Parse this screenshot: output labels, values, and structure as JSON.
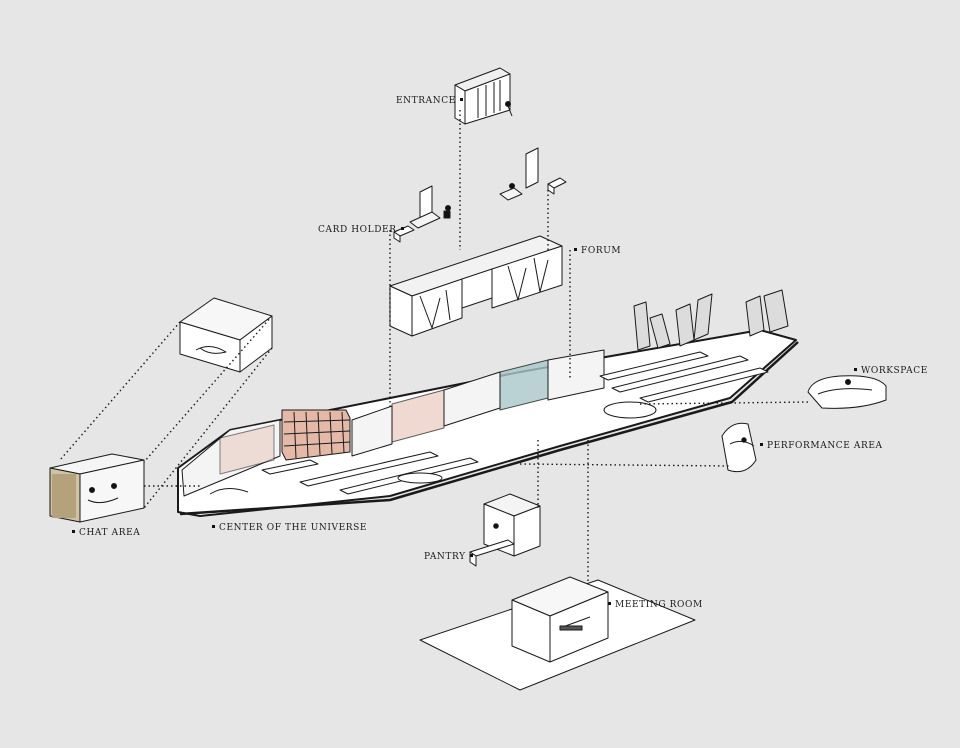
{
  "labels": {
    "entrance": "ENTRANCE",
    "card_holder": "CARD HOLDER",
    "forum": "FORUM",
    "workspace": "WORKSPACE",
    "performance_area": "PERFORMANCE AREA",
    "chat_area": "CHAT AREA",
    "center_of_the_universe": "CENTER OF THE UNIVERSE",
    "pantry": "PANTRY",
    "meeting_room": "MEETING ROOM"
  },
  "colors": {
    "background": "#e6e6e6",
    "line": "#1a1a1a",
    "fill": "#ffffff",
    "accent_pink": "#e9c9bd",
    "accent_teal": "#a9c7c9",
    "accent_grid": "#e5b9a8",
    "accent_wood": "#b3a27c"
  }
}
